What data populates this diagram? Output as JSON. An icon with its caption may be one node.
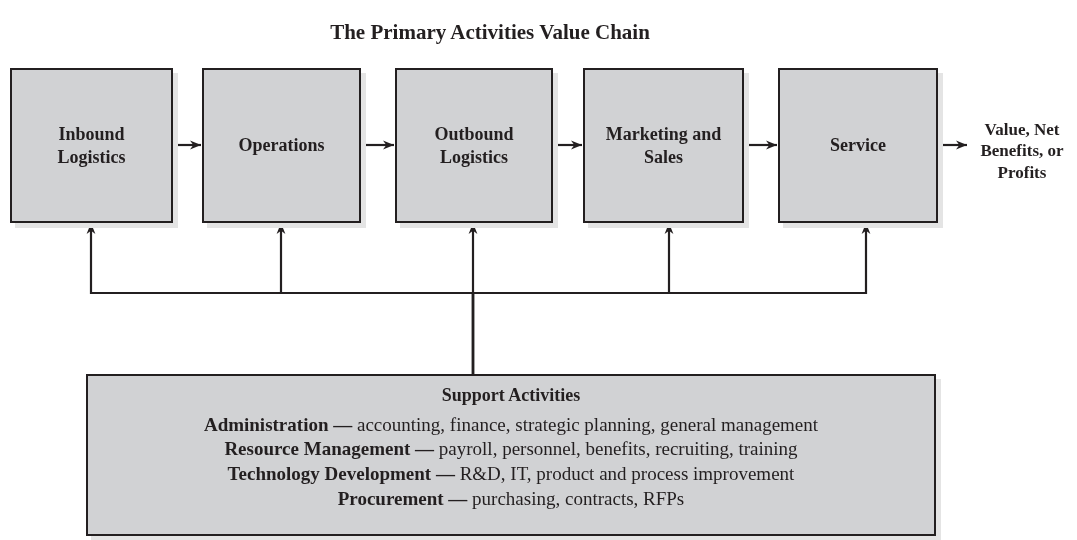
{
  "diagram": {
    "title": "The Primary Activities Value Chain",
    "nodes": [
      {
        "text": [
          "Inbound Logistics"
        ]
      },
      {
        "text": [
          "Operations"
        ]
      },
      {
        "text": [
          "Outbound Logistics"
        ]
      },
      {
        "text": [
          "Marketing and Sales"
        ]
      },
      {
        "text": [
          "Service"
        ]
      },
      {
        "text": [
          "Value, Net Benefits, or Profits"
        ]
      },
      {
        "text": [
          "Support Activities",
          "**Administration —** accounting, finance, strategic planning, general management",
          "**Resource Management —** payroll, personnel, benefits, recruiting, training",
          "**Technology Development —** R&D, IT, product and process improvement",
          "**Procurement —** purchasing, contracts, RFPs"
        ]
      }
    ],
    "edges": [
      {
        "from": 0,
        "to": 1,
        "arrow": "to"
      },
      {
        "from": 1,
        "to": 2,
        "arrow": "to"
      },
      {
        "from": 2,
        "to": 3,
        "arrow": "to"
      },
      {
        "from": 3,
        "to": 4,
        "arrow": "to"
      },
      {
        "from": 4,
        "to": 5,
        "arrow": "to"
      },
      {
        "from": 6,
        "to": 0,
        "arrow": "to"
      },
      {
        "from": 6,
        "to": 1,
        "arrow": "to"
      },
      {
        "from": 6,
        "to": 2,
        "arrow": "to"
      },
      {
        "from": 6,
        "to": 3,
        "arrow": "to"
      },
      {
        "from": 6,
        "to": 4,
        "arrow": "to"
      }
    ]
  }
}
